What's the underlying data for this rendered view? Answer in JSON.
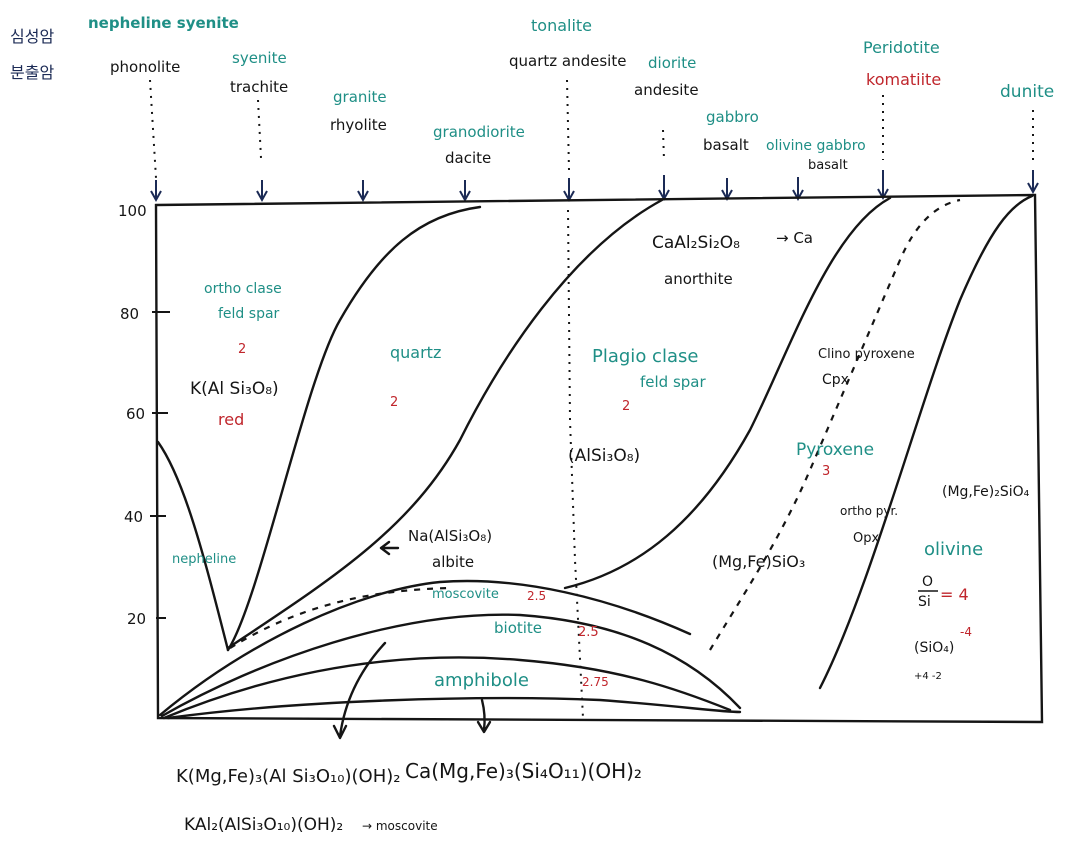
{
  "left_labels": {
    "plutonic": "심성암",
    "volcanic": "분출암"
  },
  "rock_columns": [
    {
      "plutonic": "nepheline syenite",
      "volcanic": "phonolite"
    },
    {
      "plutonic": "syenite",
      "volcanic": "trachite"
    },
    {
      "plutonic": "granite",
      "volcanic": "rhyolite"
    },
    {
      "plutonic": "granodiorite",
      "volcanic": "dacite"
    },
    {
      "plutonic": "tonalite",
      "volcanic": "quartz andesite"
    },
    {
      "plutonic": "diorite",
      "volcanic": "andesite"
    },
    {
      "plutonic": "gabbro",
      "volcanic": "basalt"
    },
    {
      "plutonic": "olivine gabbro",
      "volcanic": "basalt"
    },
    {
      "plutonic": "Peridotite",
      "volcanic": "komatiite"
    },
    {
      "plutonic": "dunite",
      "volcanic": ""
    }
  ],
  "y_axis": {
    "ticks": [
      "100",
      "80",
      "60",
      "40",
      "20"
    ]
  },
  "minerals": {
    "orthoclase": "ortho clase",
    "orthoclase2": "feld spar",
    "orthoclase_num": "2",
    "orthoclase_formula": "K(Al Si₃O₈)",
    "orthoclase_note": "red",
    "nepheline": "nepheline",
    "quartz": "quartz",
    "quartz_num": "2",
    "albite_formula": "Na(AlSi₃O₈)",
    "albite": "albite",
    "plagioclase": "Plagio clase",
    "plagioclase2": "feld spar",
    "plagioclase_num": "2",
    "plagioclase_formula": "(AlSi₃O₈)",
    "anorthite_formula": "CaAl₂Si₂O₈",
    "anorthite_arrow": "→ Ca",
    "anorthite": "anorthite",
    "moscovite": "moscovite",
    "moscovite_num": "2.5",
    "biotite": "biotite",
    "biotite_num": "2.5",
    "amphibole": "amphibole",
    "amphibole_num": "2.75",
    "cpx": "Clino pyroxene",
    "cpx_abbr": "Cpx",
    "pyroxene": "Pyroxene",
    "pyroxene_num": "3",
    "opx": "ortho pyr.",
    "opx_abbr": "Opx",
    "opx_formula": "(Mg,Fe)SiO₃",
    "olivine_formula": "(Mg,Fe)₂SiO₄",
    "olivine": "olivine",
    "ratio_num": "O",
    "ratio_den": "Si",
    "ratio_val": "= 4",
    "sio4": "(SiO₄)",
    "sio4_charge": "-4",
    "sio4_parts": "+4  -2"
  },
  "formulas": {
    "biotite": "K(Mg,Fe)₃(Al Si₃O₁₀)(OH)₂",
    "amphibole": "Ca(Mg,Fe)₃(Si₄O₁₁)(OH)₂",
    "moscovite": "KAl₂(AlSi₃O₁₀)(OH)₂",
    "moscovite_arrow": "→ moscovite"
  }
}
